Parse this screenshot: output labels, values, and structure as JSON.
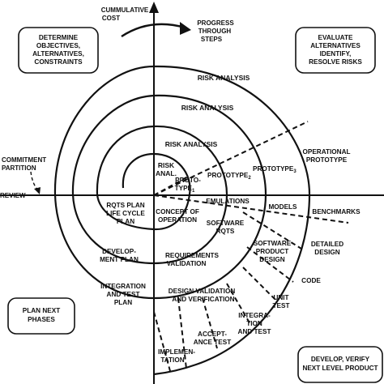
{
  "axes": {
    "y_label_line1": "CUMMULATIVE",
    "y_label_line2": "COST",
    "progress_line1": "PROGRESS",
    "progress_line2": "THROUGH",
    "progress_line3": "STEPS",
    "commitment_line1": "COMMITMENT",
    "commitment_line2": "PARTITION",
    "review": "REVIEW"
  },
  "quadrant_boxes": {
    "top_left": [
      "DETERMINE",
      "OBJECTIVES,",
      "ALTERNATIVES,",
      "CONSTRAINTS"
    ],
    "top_right": [
      "EVALUATE",
      "ALTERNATIVES",
      "IDENTIFY,",
      "RESOLVE RISKS"
    ],
    "bottom_left": [
      "PLAN NEXT",
      "PHASES"
    ],
    "bottom_right": [
      "DEVELOP, VERIFY",
      "NEXT LEVEL PRODUCT"
    ]
  },
  "risk_analysis": {
    "r1": "RISK ANALYSIS",
    "r2": "RISK ANALYSIS",
    "r3": "RISK ANALYSIS",
    "r4_line1": "RISK",
    "r4_line2": "ANAL."
  },
  "prototypes": {
    "p1_line1": "PROTO-",
    "p1_line2": "TYPE",
    "p1_sub": "1",
    "p2": "PROTOTYPE",
    "p2_sub": "2",
    "p3": "PROTOTYPE",
    "p3_sub": "3",
    "operational_line1": "OPERATIONAL",
    "operational_line2": "PROTOTYPE"
  },
  "lower_right": {
    "emulations": "EMULATIONS",
    "models": "MODELS",
    "benchmarks": "BENCHMARKS",
    "concept_line1": "CONCEPT OF",
    "concept_line2": "OPERATION",
    "software_rqts_line1": "SOFTWARE",
    "software_rqts_line2": "RQTS",
    "software_design_line1": "SOFTWARE",
    "software_design_line2": "PRODUCT",
    "software_design_line3": "DESIGN",
    "detailed_line1": "DETAILED",
    "detailed_line2": "DESIGN",
    "code": "CODE",
    "unit_line1": "UNIT",
    "unit_line2": "TEST",
    "integ_line1": "INTEGRA-",
    "integ_line2": "TION",
    "integ_line3": "AND TEST",
    "accept_line1": "ACCEPT-",
    "accept_line2": "ANCE TEST",
    "impl_line1": "IMPLEMEN-",
    "impl_line2": "TATION"
  },
  "lower_left": {
    "rqts_line1": "RQTS PLAN",
    "rqts_line2": "LIFE CYCLE",
    "rqts_line3": "PLAN",
    "devplan_line1": "DEVELOP-",
    "devplan_line2": "MENT PLAN",
    "reqval_line1": "REQUIREMENTS",
    "reqval_line2": "VALIDATION",
    "intplan_line1": "INTEGRATION",
    "intplan_line2": "AND TEST",
    "intplan_line3": "PLAN",
    "dvv_line1": "DESIGN VALIDATION",
    "dvv_line2": "AND VERIFICATION"
  }
}
